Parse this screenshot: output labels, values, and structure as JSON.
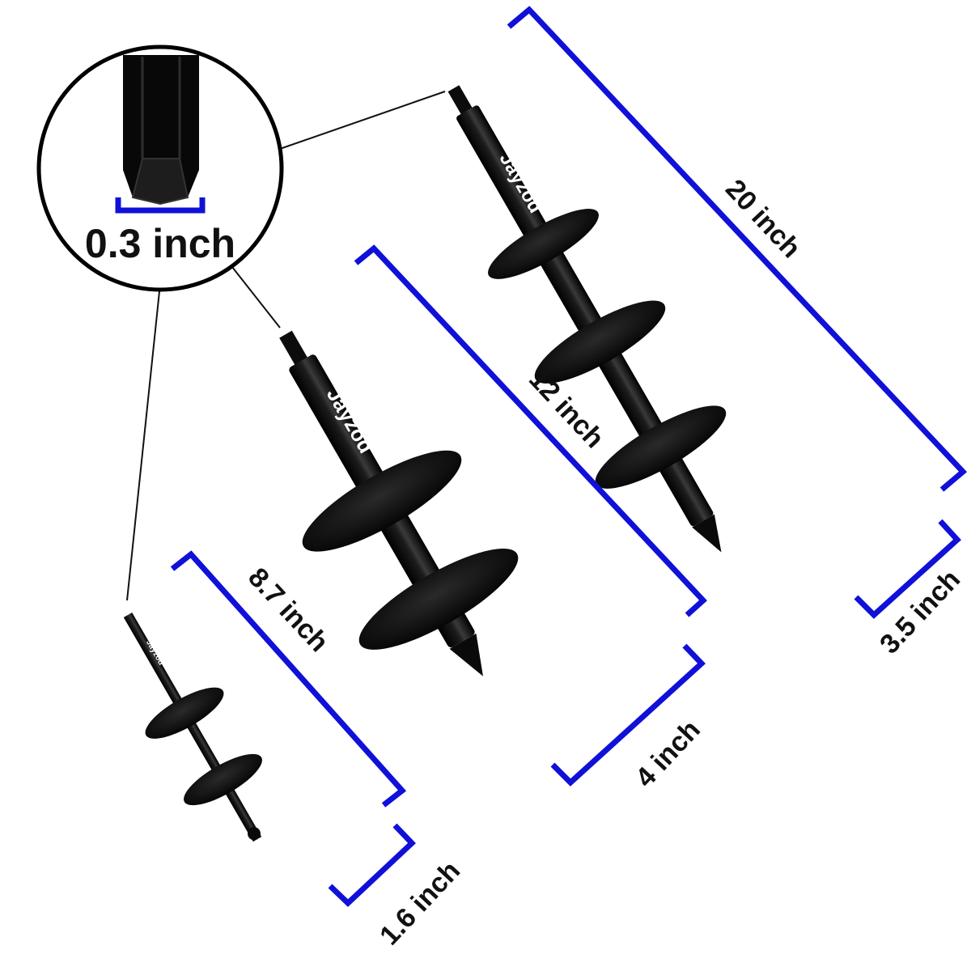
{
  "brand_text": "Jayzod",
  "hex_shank_width": "0.3 inch",
  "augers": [
    {
      "name": "large-auger",
      "length_label": "20 inch",
      "diameter_label": "3.5 inch"
    },
    {
      "name": "medium-auger",
      "length_label": "12 inch",
      "diameter_label": "4 inch"
    },
    {
      "name": "small-auger",
      "length_label": "8.7 inch",
      "diameter_label": "1.6 inch"
    }
  ],
  "colors": {
    "dimension_bracket": "#1010d8",
    "auger_metal": "#0a0a0a",
    "leader_line": "#111111",
    "background": "#ffffff"
  }
}
